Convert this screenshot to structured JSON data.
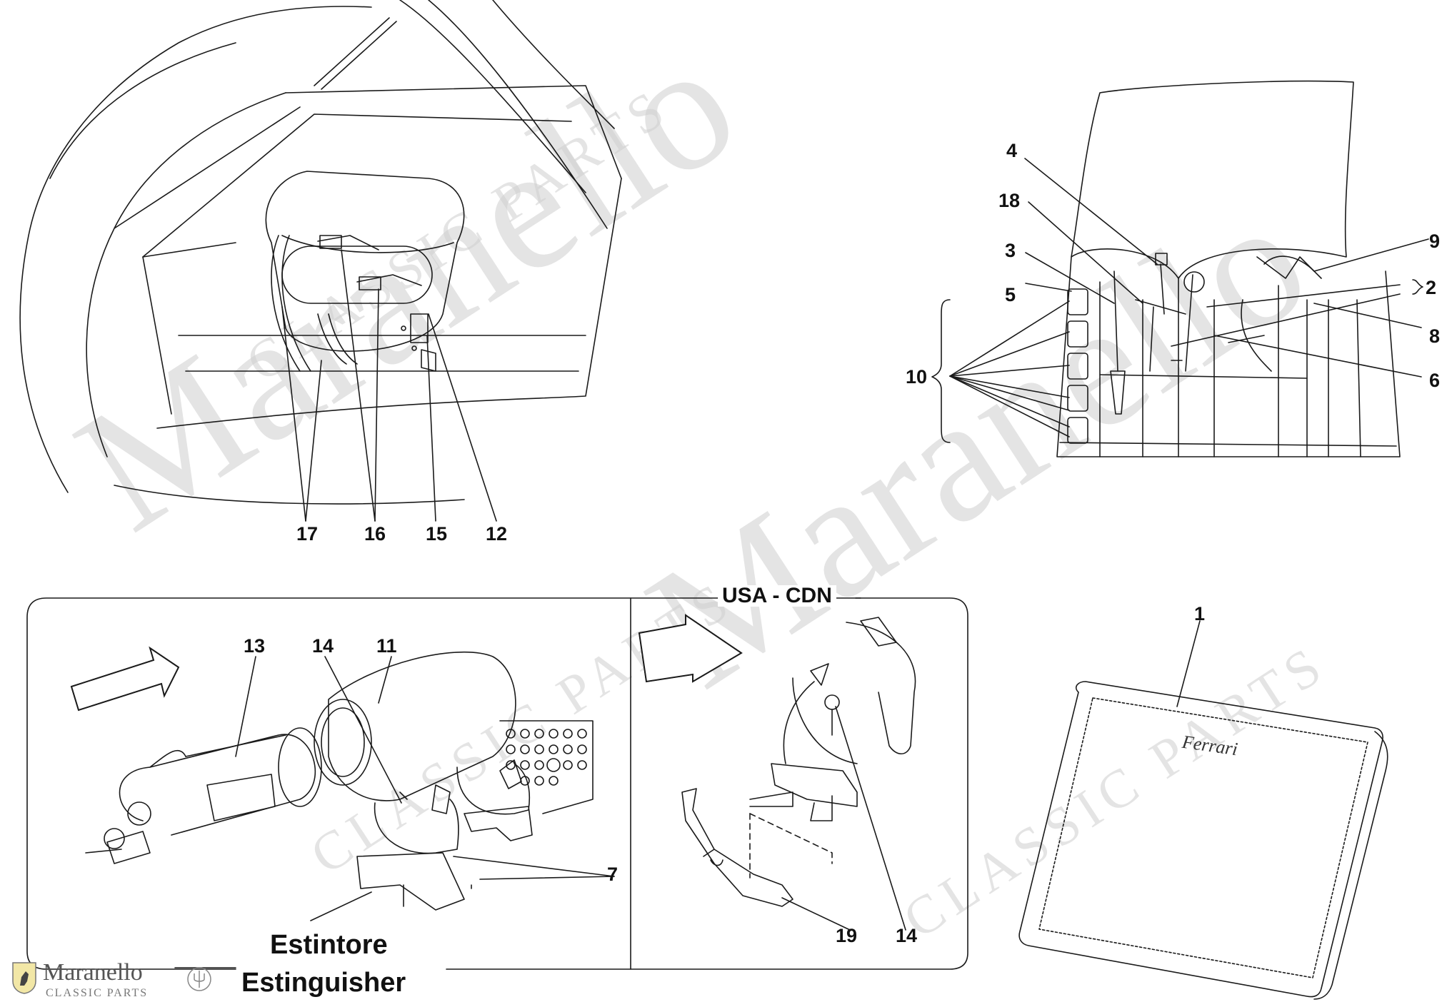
{
  "watermark": {
    "big_text": "Maranello",
    "small_text": "CLASSIC PARTS"
  },
  "headings": {
    "usa_cdn": "USA - CDN",
    "estintore": "Estintore",
    "extinguisher": "Estinguisher"
  },
  "callouts": {
    "n1": "1",
    "n2": "2",
    "n3": "3",
    "n4": "4",
    "n5": "5",
    "n6": "6",
    "n7": "7",
    "n8": "8",
    "n9": "9",
    "n10": "10",
    "n11": "11",
    "n12": "12",
    "n13": "13",
    "n14a": "14",
    "n14b": "14",
    "n15": "15",
    "n16": "16",
    "n17": "17",
    "n18": "18",
    "n19": "19"
  },
  "pouch_logo": "Ferrari",
  "footer": {
    "brand": "Maranello",
    "sub": "CLASSIC PARTS"
  },
  "colors": {
    "line": "#1a1a1a",
    "watermark": "#cfcfcf",
    "background": "#ffffff"
  }
}
